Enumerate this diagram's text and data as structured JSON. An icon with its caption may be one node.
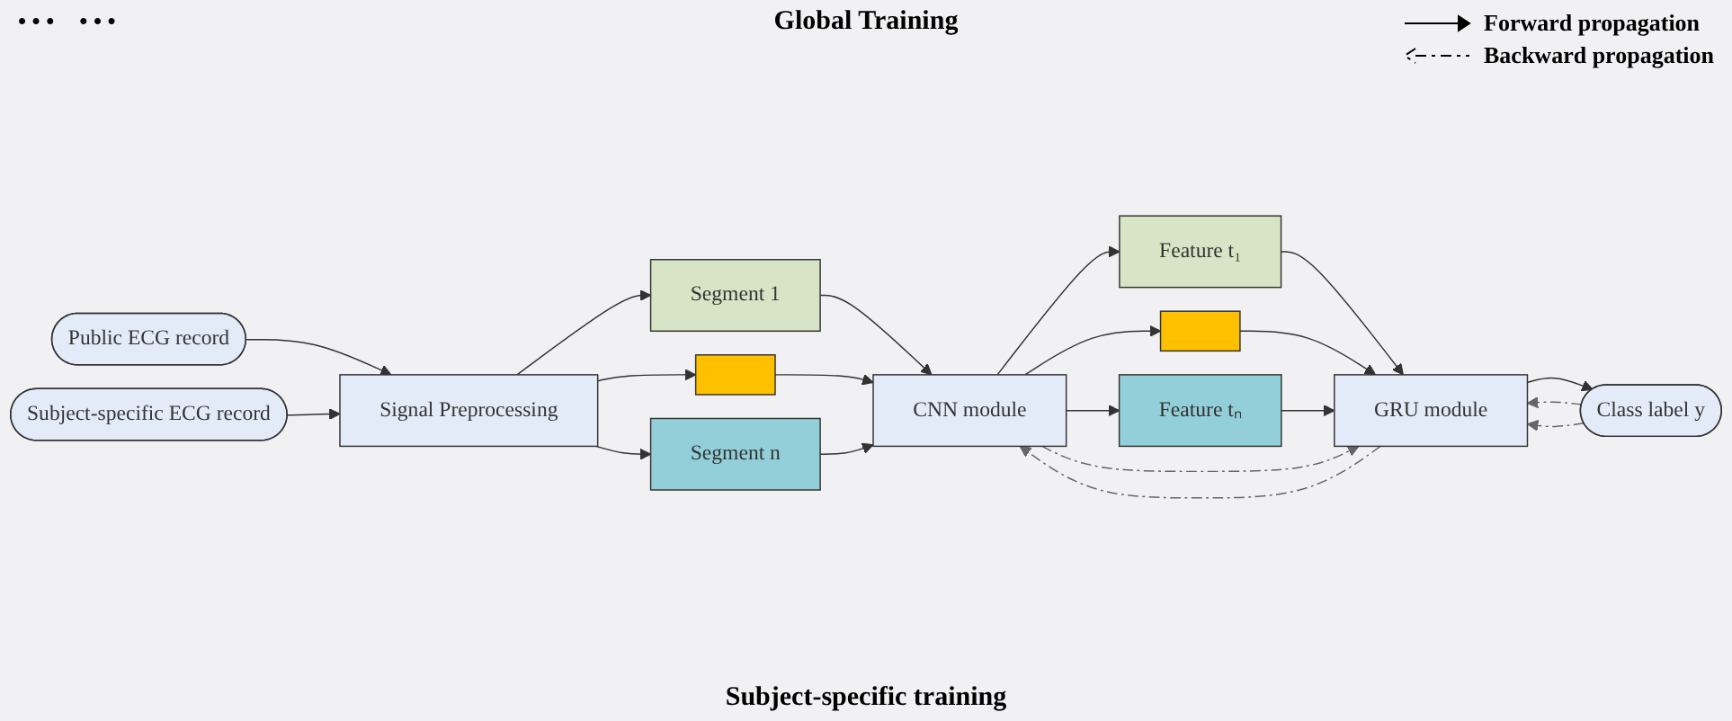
{
  "diagram": {
    "title": "Global Training",
    "nodes": [
      {
        "text": [
          "Public ECG record"
        ]
      },
      {
        "text": [
          "Subject-specific ECG record"
        ]
      },
      {
        "text": [
          "Signal Preprocessing"
        ]
      },
      {
        "text": [
          "Segment 1"
        ]
      },
      {
        "text": [],
        "shape": "bar"
      },
      {
        "text": [
          "Segment n"
        ]
      },
      {
        "text": [
          "CNN module"
        ]
      },
      {
        "text": [
          "Feature t₁"
        ]
      },
      {
        "text": [],
        "shape": "bar"
      },
      {
        "text": [
          "Feature tₙ"
        ]
      },
      {
        "text": [
          "GRU module"
        ]
      },
      {
        "text": [
          "Class label y"
        ]
      }
    ],
    "edges": [
      {
        "from": 0,
        "to": 2,
        "arrow": "to"
      },
      {
        "from": 1,
        "to": 2,
        "arrow": "to"
      },
      {
        "from": 2,
        "to": 3,
        "arrow": "to"
      },
      {
        "from": 2,
        "to": 4,
        "arrow": "to"
      },
      {
        "from": 2,
        "to": 5,
        "arrow": "to"
      },
      {
        "from": 3,
        "to": 6,
        "arrow": "to"
      },
      {
        "from": 4,
        "to": 6,
        "arrow": "to"
      },
      {
        "from": 5,
        "to": 6,
        "arrow": "to"
      },
      {
        "from": 6,
        "to": 7,
        "arrow": "to"
      },
      {
        "from": 6,
        "to": 8,
        "arrow": "to"
      },
      {
        "from": 6,
        "to": 9,
        "arrow": "to"
      },
      {
        "from": 7,
        "to": 10,
        "arrow": "to"
      },
      {
        "from": 8,
        "to": 10,
        "arrow": "to"
      },
      {
        "from": 9,
        "to": 10,
        "arrow": "to"
      },
      {
        "from": 10,
        "to": 11,
        "arrow": "to"
      },
      {
        "from": 10,
        "to": 6,
        "arrow": "to",
        "style": "dashed",
        "color": "#666666"
      },
      {
        "from": 11,
        "to": 10,
        "arrow": "to",
        "style": "dashed",
        "color": "#666666"
      },
      {
        "from": 6,
        "to": 10,
        "arrow": "to",
        "style": "dashed",
        "color": "#666666"
      },
      {
        "from": 11,
        "to": 10,
        "arrow": "to",
        "style": "dashed",
        "color": "#666666"
      }
    ],
    "labels": [
      "• • •",
      "• • •",
      "Subject-specific training"
    ],
    "legend": [
      {
        "text": "Forward propagation"
      },
      {
        "text": "Backward propagation"
      }
    ]
  }
}
